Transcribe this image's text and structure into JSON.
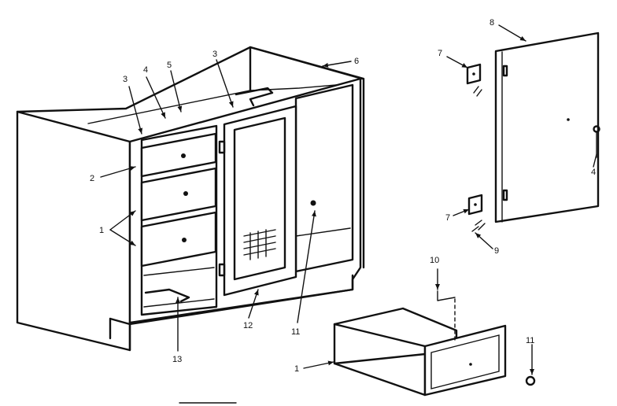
{
  "callouts": [
    "1",
    "1",
    "2",
    "3",
    "3",
    "4",
    "4",
    "5",
    "6",
    "7",
    "7",
    "8",
    "9",
    "10",
    "11",
    "11",
    "12",
    "13"
  ]
}
